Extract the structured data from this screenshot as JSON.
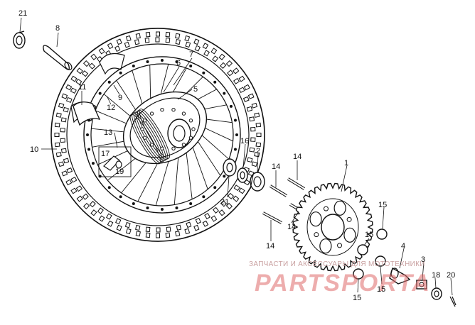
{
  "diagram": {
    "parts": [
      {
        "id": "p1",
        "text": "1"
      },
      {
        "id": "p2",
        "text": "2"
      },
      {
        "id": "p3",
        "text": "3"
      },
      {
        "id": "p4",
        "text": "4"
      },
      {
        "id": "p5",
        "text": "5"
      },
      {
        "id": "p6",
        "text": "6"
      },
      {
        "id": "p7",
        "text": "7"
      },
      {
        "id": "p8",
        "text": "8"
      },
      {
        "id": "p9",
        "text": "9"
      },
      {
        "id": "p10",
        "text": "10"
      },
      {
        "id": "p11",
        "text": "11"
      },
      {
        "id": "p12",
        "text": "12"
      },
      {
        "id": "p13",
        "text": "13"
      },
      {
        "id": "p14a",
        "text": "14"
      },
      {
        "id": "p14b",
        "text": "14"
      },
      {
        "id": "p14c",
        "text": "14"
      },
      {
        "id": "p14d",
        "text": "14"
      },
      {
        "id": "p15a",
        "text": "15"
      },
      {
        "id": "p15b",
        "text": "15"
      },
      {
        "id": "p15c",
        "text": "15"
      },
      {
        "id": "p15d",
        "text": "15"
      },
      {
        "id": "p16",
        "text": "16"
      },
      {
        "id": "p17",
        "text": "17"
      },
      {
        "id": "p18",
        "text": "18"
      },
      {
        "id": "p19",
        "text": "19"
      },
      {
        "id": "p20",
        "text": "20"
      },
      {
        "id": "p21a",
        "text": "21"
      },
      {
        "id": "p21b",
        "text": "21"
      }
    ],
    "watermark": {
      "caption": "ЗАПЧАСТИ И АКСЕССУАРЫ ДЛЯ МОТОТЕХНИКИ",
      "brand": "PARTSPORTA"
    },
    "colors": {
      "ink": "#111111",
      "watermark_brand": "#e06b6b",
      "watermark_caption": "#c9a0a0"
    }
  }
}
